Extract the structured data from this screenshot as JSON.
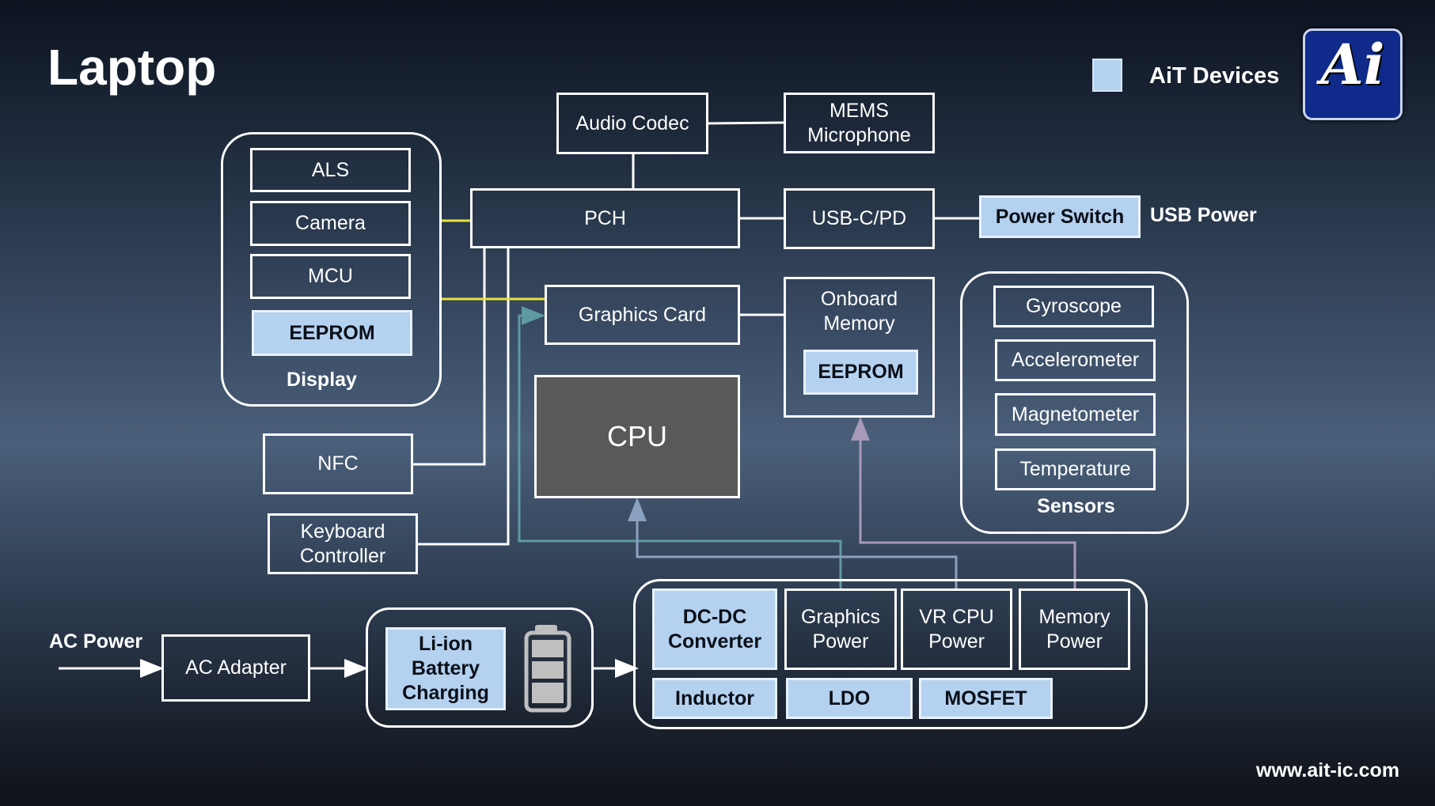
{
  "title": "Laptop",
  "legend": {
    "label": "AiT Devices",
    "color": "#b4d1f0"
  },
  "logo": {
    "text": "Ai",
    "icon": "ait-logo-icon"
  },
  "website": "www.ait-ic.com",
  "colors": {
    "highlight": "#b4d1f0",
    "cpu_fill": "#595959",
    "display_bus": "#e8e23a",
    "graphics_rail": "#5f9aa0",
    "cpu_rail": "#8aa2c0",
    "memory_rail": "#a79ab8"
  },
  "nodes": {
    "audio_codec": "Audio Codec",
    "mems_microphone": "MEMS\nMicrophone",
    "pch": "PCH",
    "usb_c_pd": "USB-C/PD",
    "power_switch": "Power Switch",
    "usb_power": "USB Power",
    "graphics_card": "Graphics Card",
    "onboard_memory": "Onboard\nMemory",
    "onboard_eeprom": "EEPROM",
    "cpu": "CPU",
    "nfc": "NFC",
    "keyboard_controller": "Keyboard\nController",
    "ac_power": "AC Power",
    "ac_adapter": "AC Adapter",
    "battery_charging": "Li-ion\nBattery\nCharging"
  },
  "display_group": {
    "label": "Display",
    "items": [
      "ALS",
      "Camera",
      "MCU",
      "EEPROM"
    ]
  },
  "sensors_group": {
    "label": "Sensors",
    "items": [
      "Gyroscope",
      "Accelerometer",
      "Magnetometer",
      "Temperature"
    ]
  },
  "power_group": {
    "dcdc": "DC-DC\nConverter",
    "graphics_power": "Graphics\nPower",
    "vr_cpu_power": "VR CPU\nPower",
    "memory_power": "Memory\nPower",
    "inductor": "Inductor",
    "ldo": "LDO",
    "mosfet": "MOSFET"
  }
}
